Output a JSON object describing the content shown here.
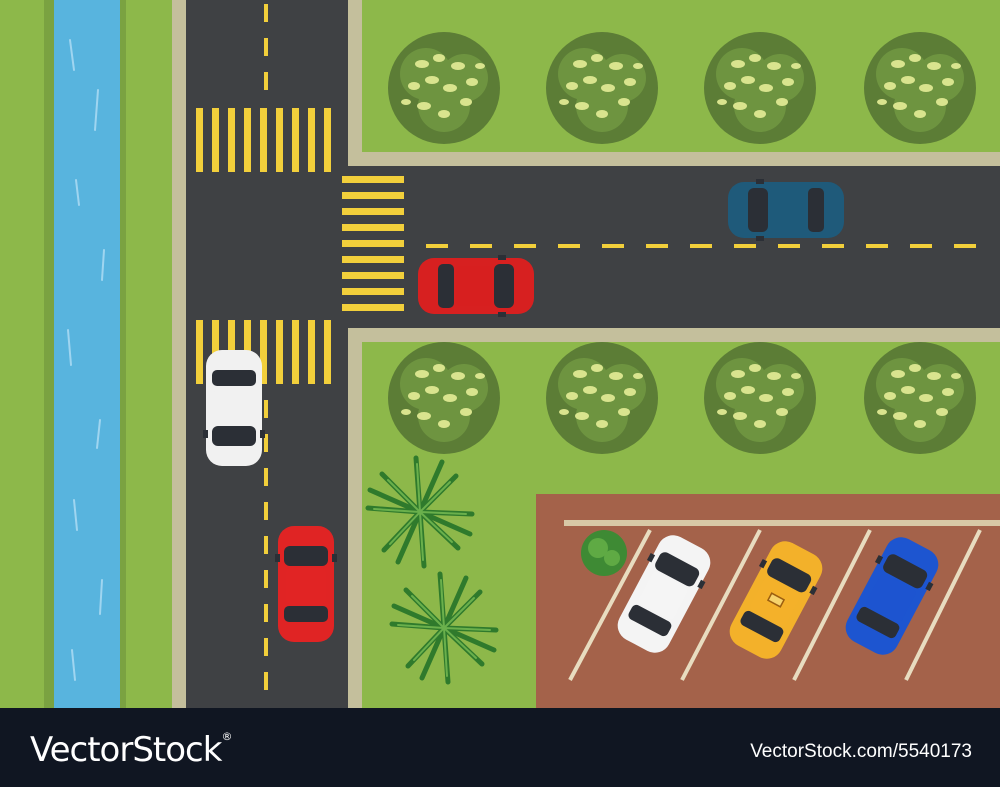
{
  "scene": {
    "description_tag": "top-down street map",
    "colors": {
      "grass": "#8db84a",
      "river": "#58b4de",
      "road": "#3f4144",
      "curb": "#c4bf9c",
      "crosswalk": "#f2cf3b",
      "lane_line": "#f2cf3b",
      "parking_lot": "#a4624a",
      "tree_dark": "#5c7d36",
      "tree_light": "#dfe89a",
      "palm": "#3e8a34"
    },
    "vehicles": [
      {
        "name": "dark-blue-car",
        "color": "#1f5a7a",
        "heading": "east"
      },
      {
        "name": "red-car-horizontal",
        "color": "#d72020",
        "heading": "east"
      },
      {
        "name": "white-car-road",
        "color": "#f1f1f1",
        "heading": "south"
      },
      {
        "name": "red-car-vertical",
        "color": "#e02424",
        "heading": "north"
      },
      {
        "name": "white-car-parked",
        "color": "#f4f4f4",
        "heading": "parked"
      },
      {
        "name": "yellow-taxi-parked",
        "color": "#f3b12a",
        "heading": "parked"
      },
      {
        "name": "blue-car-parked",
        "color": "#1d55d0",
        "heading": "parked"
      }
    ]
  },
  "footer": {
    "brand": "VectorStock",
    "registered_mark": "®",
    "stock_id": "VectorStock.com/5540173"
  }
}
